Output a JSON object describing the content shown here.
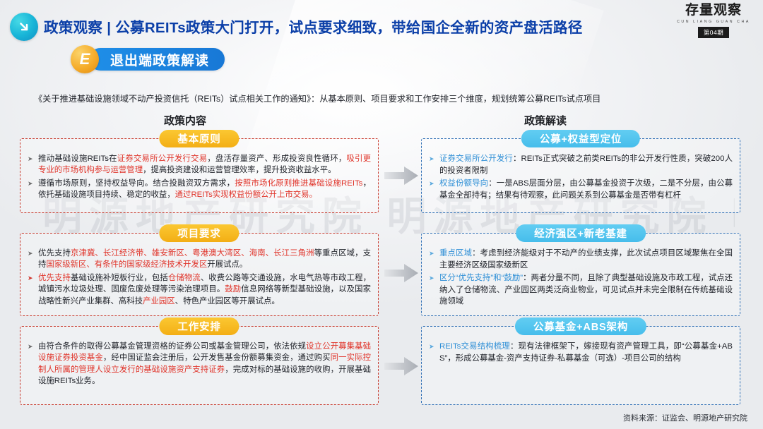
{
  "header": {
    "icon": "arrow-down-right-circle-icon",
    "title": "政策观察 | 公募REITs政策大门打开，试点要求细致，带给国企全新的资产盘活路径",
    "accent_color": "#0b3fa8"
  },
  "logo": {
    "cn": "存量观察",
    "en": "CUN LIANG GUAN CHA",
    "issue_badge": "第04期"
  },
  "section": {
    "badge": "E",
    "label": "退出端政策解读",
    "badge_color": "#f5ac2a",
    "pill_color": "#1878d6"
  },
  "subtitle": "《关于推进基础设施领域不动产投资信托（REITs）试点相关工作的通知》：从基本原则、项目要求和工作安排三个维度，规划统筹公募REITs试点项目",
  "columns": {
    "left_header": "政策内容",
    "right_header": "政策解读"
  },
  "left_panels": [
    {
      "title": "基本原则",
      "title_color": "#f3ae15",
      "border_color": "#c8392c",
      "items": [
        {
          "emphasis": false,
          "segments": [
            {
              "t": "推动基础设施REITs在",
              "c": "n"
            },
            {
              "t": "证券交易所公开发行交易",
              "c": "r"
            },
            {
              "t": "，盘活存量资产、形成投资良性循环，",
              "c": "n"
            },
            {
              "t": "吸引更专业的市场机构参与运营管理",
              "c": "r"
            },
            {
              "t": "，提高投资建设和运营管理效率，提升投资收益水平。",
              "c": "n"
            }
          ]
        },
        {
          "emphasis": false,
          "segments": [
            {
              "t": "遵循市场原则，坚持权益导向。结合投融资双方需求，",
              "c": "n"
            },
            {
              "t": "按照市场化原则推进基础设施REITs",
              "c": "r"
            },
            {
              "t": "，依托基础设施项目持续、稳定的收益，",
              "c": "n"
            },
            {
              "t": "通过REITs实现权益份额公开上市交易。",
              "c": "r"
            }
          ]
        }
      ]
    },
    {
      "title": "项目要求",
      "title_color": "#f3ae15",
      "border_color": "#c8392c",
      "items": [
        {
          "emphasis": false,
          "segments": [
            {
              "t": "优先支持",
              "c": "n"
            },
            {
              "t": "京津冀、长江经济带、雄安新区、粤港澳大湾区、海南、长江三角洲",
              "c": "r"
            },
            {
              "t": "等重点区域，支持",
              "c": "n"
            },
            {
              "t": "国家级新区、有条件的国家级经济技术开发区",
              "c": "r"
            },
            {
              "t": "开展试点。",
              "c": "n"
            }
          ]
        },
        {
          "emphasis": true,
          "segments": [
            {
              "t": "优先支持",
              "c": "r"
            },
            {
              "t": "基础设施补短板行业，包括",
              "c": "n"
            },
            {
              "t": "仓储物流",
              "c": "r"
            },
            {
              "t": "、收费公路等交通设施，水电气热等市政工程，城镇污水垃圾处理、固废危废处理等污染治理项目。",
              "c": "n"
            },
            {
              "t": "鼓励",
              "c": "r"
            },
            {
              "t": "信息网络等新型基础设施，以及国家战略性新兴产业集群、高科技",
              "c": "n"
            },
            {
              "t": "产业园区",
              "c": "r"
            },
            {
              "t": "、特色产业园区等开展试点。",
              "c": "n"
            }
          ]
        }
      ]
    },
    {
      "title": "工作安排",
      "title_color": "#f3ae15",
      "border_color": "#c8392c",
      "items": [
        {
          "emphasis": false,
          "segments": [
            {
              "t": "由符合条件的取得公募基金管理资格的证券公司或基金管理公司，依法依规",
              "c": "n"
            },
            {
              "t": "设立公开募集基础设施证券投资基金",
              "c": "r"
            },
            {
              "t": "，经中国证监会注册后，公开发售基金份额募集资金，通过购买",
              "c": "n"
            },
            {
              "t": "同一实际控制人所属的管理人设立发行的基础设施资产支持证券",
              "c": "r"
            },
            {
              "t": "，完成对标的基础设施的收购，开展基础设施REITs业务。",
              "c": "n"
            }
          ]
        }
      ]
    }
  ],
  "right_panels": [
    {
      "title": "公募+权益型定位",
      "title_color": "#46bdeb",
      "border_color": "#2f6fb5",
      "items": [
        {
          "segments": [
            {
              "t": "证券交易所公开发行",
              "c": "b"
            },
            {
              "t": "：REITs正式突破之前类REITs的非公开发行性质，突破200人的投资者限制",
              "c": "n"
            }
          ]
        },
        {
          "segments": [
            {
              "t": "权益份额导向",
              "c": "b"
            },
            {
              "t": "：一是ABS层面分层，由公募基金投资于次级，二是不分层，由公募基金全部持有；结果有待观察，此问题关系到公募基金是否带有杠杆",
              "c": "n"
            }
          ]
        }
      ]
    },
    {
      "title": "经济强区+新老基建",
      "title_color": "#46bdeb",
      "border_color": "#2f6fb5",
      "items": [
        {
          "segments": [
            {
              "t": "重点区域",
              "c": "b"
            },
            {
              "t": "：考虑到经济能级对于不动产的业绩支撑，此次试点项目区域聚焦在全国主要经济区级国家级新区",
              "c": "n"
            }
          ]
        },
        {
          "segments": [
            {
              "t": "区分“优先支持”和“鼓励”",
              "c": "b"
            },
            {
              "t": "：两者分量不同，且除了典型基础设施及市政工程，试点还纳入了仓储物流、产业园区两类泛商业物业，可见试点并未完全限制在传统基础设施领域",
              "c": "n"
            }
          ]
        }
      ]
    },
    {
      "title": "公募基金+ABS架构",
      "title_color": "#46bdeb",
      "border_color": "#2f6fb5",
      "items": [
        {
          "segments": [
            {
              "t": "REITs交易结构梳理",
              "c": "b"
            },
            {
              "t": "：现有法律框架下，嫁接现有资产管理工具，即“公募基金+ABS”，形成公募基金-资产支持证券-私募基金（可选）-项目公司的结构",
              "c": "n"
            }
          ]
        }
      ]
    }
  ],
  "arrows": {
    "count": 3,
    "icon": "right-arrow-icon",
    "color": "#b9bcc2"
  },
  "watermark": "明源地产研究院 明源地产研究院 明源地产研究院",
  "footer": "资料来源：证监会、明源地产研究院"
}
